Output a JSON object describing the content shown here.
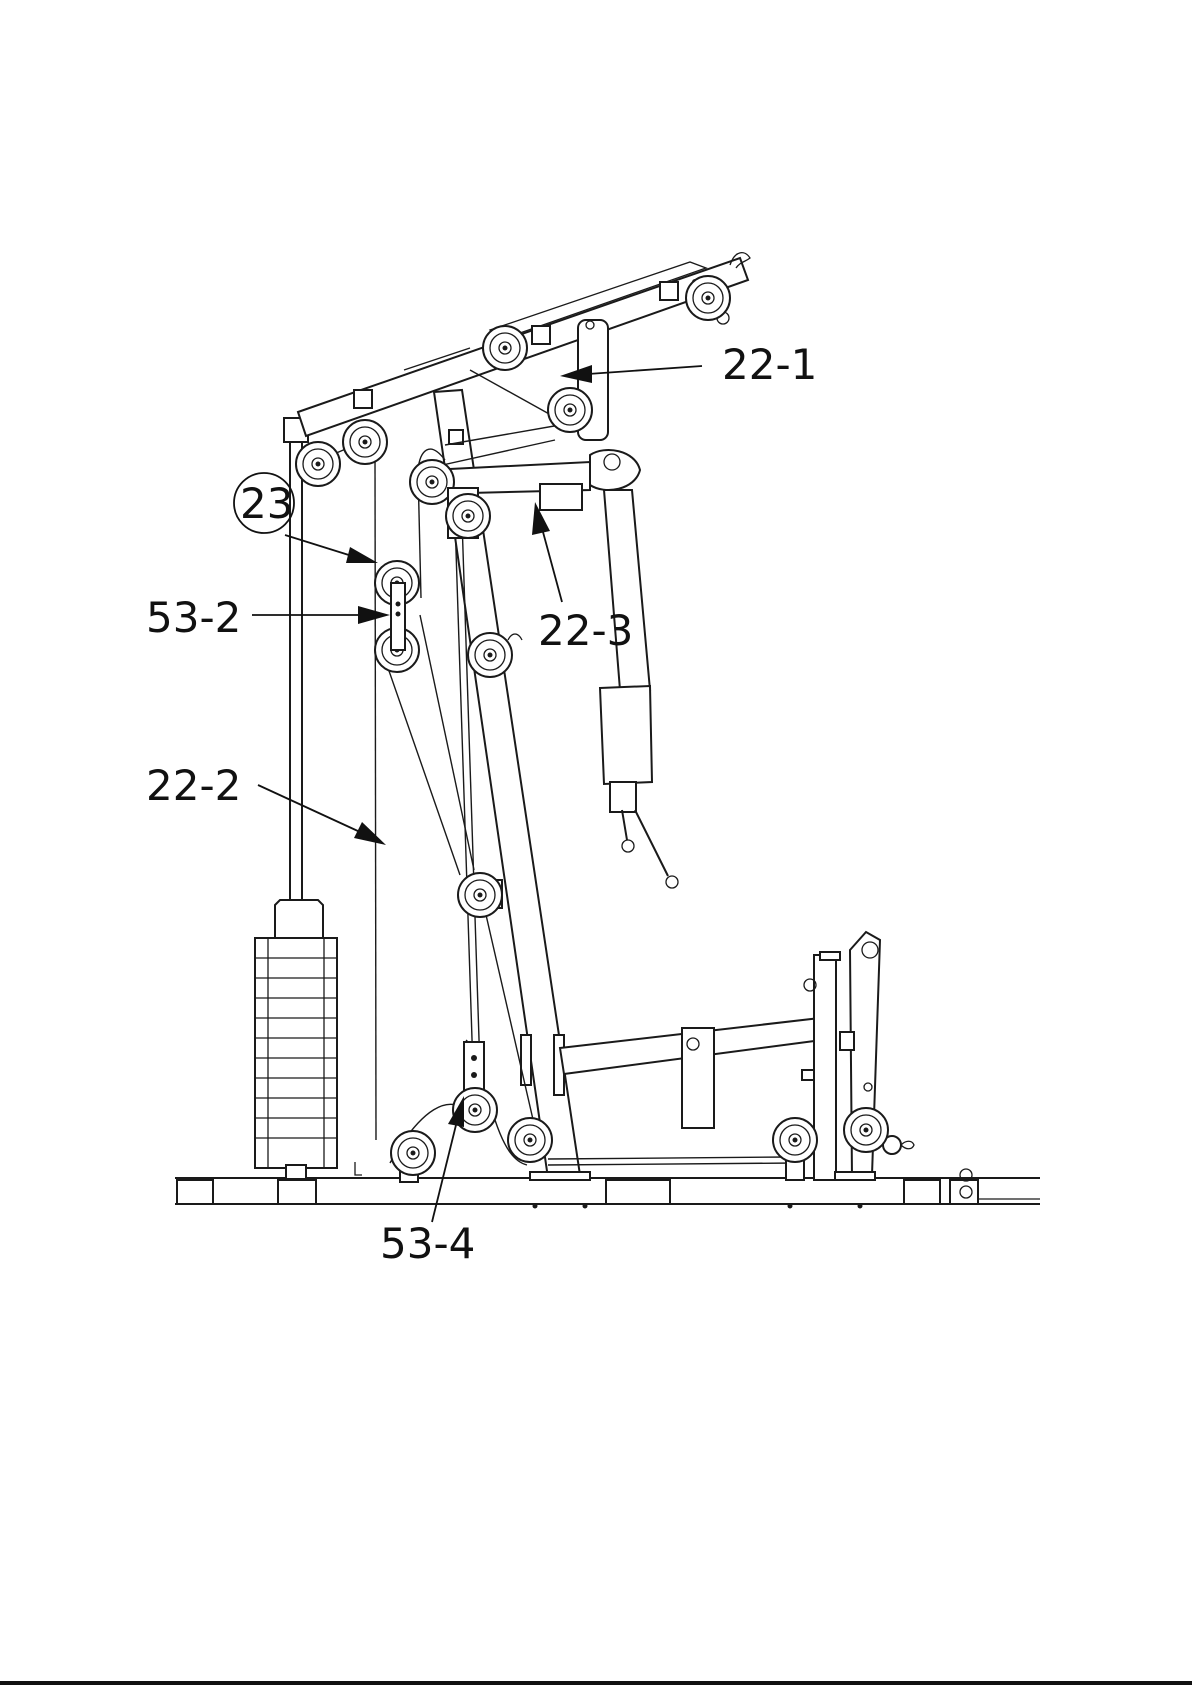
{
  "diagram": {
    "callouts": {
      "c22_1": "22-1",
      "c22_2": "22-2",
      "c22_3": "22-3",
      "c23": "23",
      "c53_2": "53-2",
      "c53_4": "53-4"
    }
  }
}
